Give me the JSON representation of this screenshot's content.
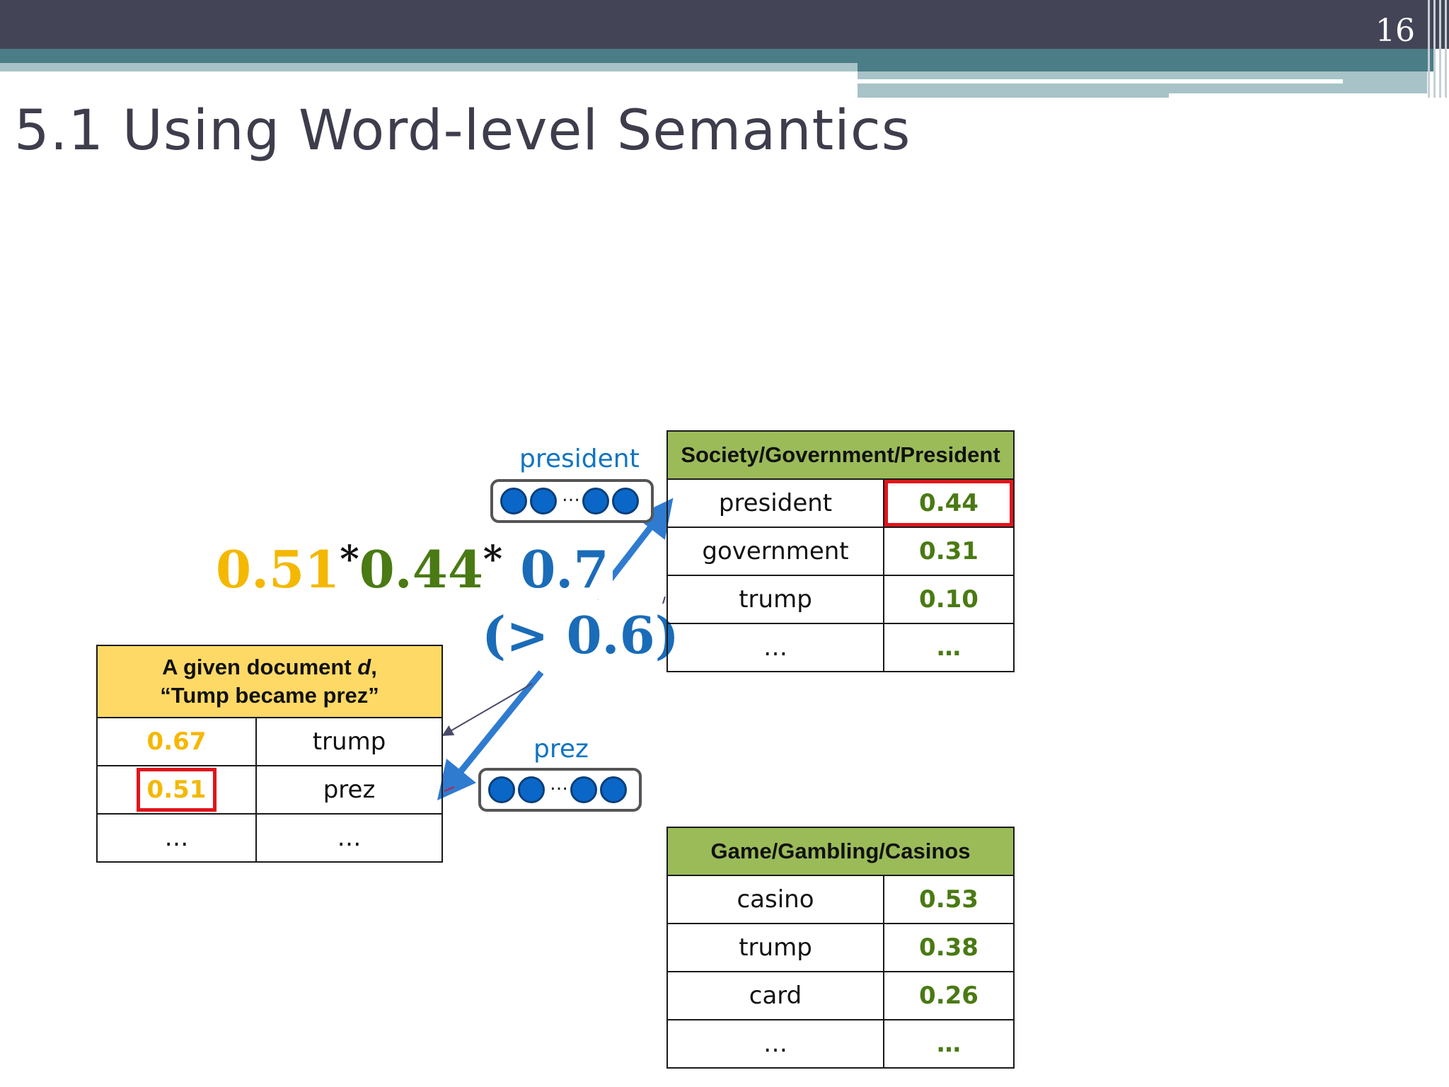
{
  "slide": {
    "number": "16",
    "title": "5.1 Using Word-level Semantics"
  },
  "topic_president": {
    "header": "Society/Government/President",
    "rows": [
      {
        "word": "president",
        "score": "0.44"
      },
      {
        "word": "government",
        "score": "0.31"
      },
      {
        "word": "trump",
        "score": "0.10"
      },
      {
        "word": "…",
        "score": "…"
      }
    ]
  },
  "topic_casino": {
    "header": "Game/Gambling/Casinos",
    "rows": [
      {
        "word": "casino",
        "score": "0.53"
      },
      {
        "word": "trump",
        "score": "0.38"
      },
      {
        "word": "card",
        "score": "0.26"
      },
      {
        "word": "…",
        "score": "…"
      }
    ]
  },
  "document": {
    "header_line1": "A given document ",
    "header_var": "d",
    "header_comma": ",",
    "header_line2": "“Tump became prez”",
    "rows": [
      {
        "score": "0.67",
        "word": "trump"
      },
      {
        "score": "0.51",
        "word": "prez"
      },
      {
        "score": "…",
        "word": "…"
      }
    ]
  },
  "vectors": {
    "president_label": "president",
    "prez_label": "prez",
    "ellipsis": "…"
  },
  "formula": {
    "a": "0.51",
    "star1": "*",
    "b": "0.44",
    "star2": "*",
    "c": " 0.7",
    "condition": "(> 0.6)"
  },
  "colors": {
    "green": "#4a7a13",
    "yellow": "#f4b800",
    "blue": "#1274c0",
    "red": "#e2141c",
    "header_green": "#9bbb59",
    "header_yellow": "#ffd966"
  }
}
